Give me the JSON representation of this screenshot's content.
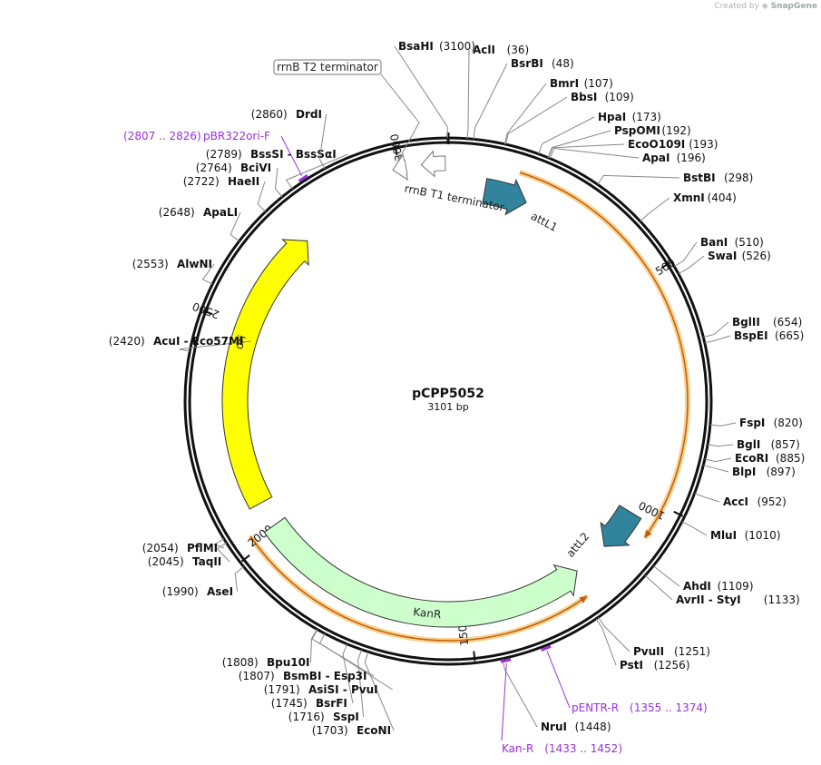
{
  "credit": {
    "prefix": "Created by",
    "brand": "SnapGene"
  },
  "plasmid": {
    "name": "pCPP5052",
    "length_label": "3101 bp",
    "length": 3101
  },
  "ticks": [
    {
      "bp": 500,
      "label": "500"
    },
    {
      "bp": 1000,
      "label": "1000"
    },
    {
      "bp": 1500,
      "label": "1500"
    },
    {
      "bp": 2000,
      "label": "2000"
    },
    {
      "bp": 2500,
      "label": "2500"
    },
    {
      "bp": 3000,
      "label": "3000"
    }
  ],
  "features": [
    {
      "name": "ori",
      "start": 2080,
      "end": 2745,
      "color": "#ffff00",
      "dir": 1
    },
    {
      "name": "KanR",
      "start": 1230,
      "end": 2020,
      "color": "#ccffcc",
      "dir": -1
    },
    {
      "name": "attL1",
      "start": 85,
      "end": 185,
      "color": "#31849b",
      "dir": 1
    },
    {
      "name": "attL2",
      "start": 1045,
      "end": 1145,
      "color": "#31849b",
      "dir": 1
    },
    {
      "name": "rrnB T1 terminator",
      "start": 3045,
      "end": 3095,
      "color": "#ffffff",
      "dir": -1
    },
    {
      "name": "rrnB T2 terminator",
      "start": 2985,
      "end": 3013,
      "color": "#ffffff",
      "dir": -1
    }
  ],
  "sites": [
    {
      "name": "BsaHI",
      "pos": "3100",
      "bp": 3100
    },
    {
      "name": "AclI",
      "pos": "36",
      "bp": 36
    },
    {
      "name": "BsrBI",
      "pos": "48",
      "bp": 48
    },
    {
      "name": "BmrI",
      "pos": "107",
      "bp": 107
    },
    {
      "name": "BbsI",
      "pos": "109",
      "bp": 109
    },
    {
      "name": "HpaI",
      "pos": "173",
      "bp": 173
    },
    {
      "name": "PspOMI",
      "pos": "192",
      "bp": 192
    },
    {
      "name": "EcoO109I",
      "pos": "193",
      "bp": 193
    },
    {
      "name": "ApaI",
      "pos": "196",
      "bp": 196
    },
    {
      "name": "BstBI",
      "pos": "298",
      "bp": 298
    },
    {
      "name": "XmnI",
      "pos": "404",
      "bp": 404
    },
    {
      "name": "BanI",
      "pos": "510",
      "bp": 510
    },
    {
      "name": "SwaI",
      "pos": "526",
      "bp": 526
    },
    {
      "name": "BglII",
      "pos": "654",
      "bp": 654
    },
    {
      "name": "BspEI",
      "pos": "665",
      "bp": 665
    },
    {
      "name": "FspI",
      "pos": "820",
      "bp": 820
    },
    {
      "name": "BglI",
      "pos": "857",
      "bp": 857
    },
    {
      "name": "EcoRI",
      "pos": "885",
      "bp": 885
    },
    {
      "name": "BlpI",
      "pos": "897",
      "bp": 897
    },
    {
      "name": "AccI",
      "pos": "952",
      "bp": 952
    },
    {
      "name": "MluI",
      "pos": "1010",
      "bp": 1010
    },
    {
      "name": "AhdI",
      "pos": "1109",
      "bp": 1109
    },
    {
      "name": "AvrII - StyI",
      "pos": "1133",
      "bp": 1133
    },
    {
      "name": "PvuII",
      "pos": "1251",
      "bp": 1251
    },
    {
      "name": "PstI",
      "pos": "1256",
      "bp": 1256
    },
    {
      "name": "NruI",
      "pos": "1448",
      "bp": 1448
    },
    {
      "name": "EcoNI",
      "pos": "1703",
      "bp": 1703
    },
    {
      "name": "SspI",
      "pos": "1716",
      "bp": 1716
    },
    {
      "name": "BsrFI",
      "pos": "1745",
      "bp": 1745
    },
    {
      "name": "AsiSI - PvuI",
      "pos": "1791",
      "bp": 1791
    },
    {
      "name": "BsmBI - Esp3I",
      "pos": "1807",
      "bp": 1807
    },
    {
      "name": "Bpu10I",
      "pos": "1808",
      "bp": 1808
    },
    {
      "name": "AseI",
      "pos": "1990",
      "bp": 1990
    },
    {
      "name": "TaqII",
      "pos": "2045",
      "bp": 2045
    },
    {
      "name": "PflMI",
      "pos": "2054",
      "bp": 2054
    },
    {
      "name": "AcuI - Eco57MI",
      "pos": "2420",
      "bp": 2420
    },
    {
      "name": "AlwNI",
      "pos": "2553",
      "bp": 2553
    },
    {
      "name": "ApaLI",
      "pos": "2648",
      "bp": 2648
    },
    {
      "name": "HaeII",
      "pos": "2722",
      "bp": 2722
    },
    {
      "name": "BciVI",
      "pos": "2764",
      "bp": 2764
    },
    {
      "name": "BssSI - BssSαI",
      "pos": "2789",
      "bp": 2789
    },
    {
      "name": "DrdI",
      "pos": "2860",
      "bp": 2860
    }
  ],
  "primers": [
    {
      "name": "pBR322ori-F",
      "range": "2807 .. 2826",
      "start": 2807,
      "end": 2826
    },
    {
      "name": "pENTR-R",
      "range": "1355 .. 1374",
      "start": 1355,
      "end": 1374
    },
    {
      "name": "Kan-R",
      "range": "1433 .. 1452",
      "start": 1433,
      "end": 1452
    }
  ],
  "colors": {
    "backbone": "#111111",
    "orf_outline": "#c55a11",
    "orf_glow": "#f8d28c",
    "primer": "#9b30d9"
  }
}
